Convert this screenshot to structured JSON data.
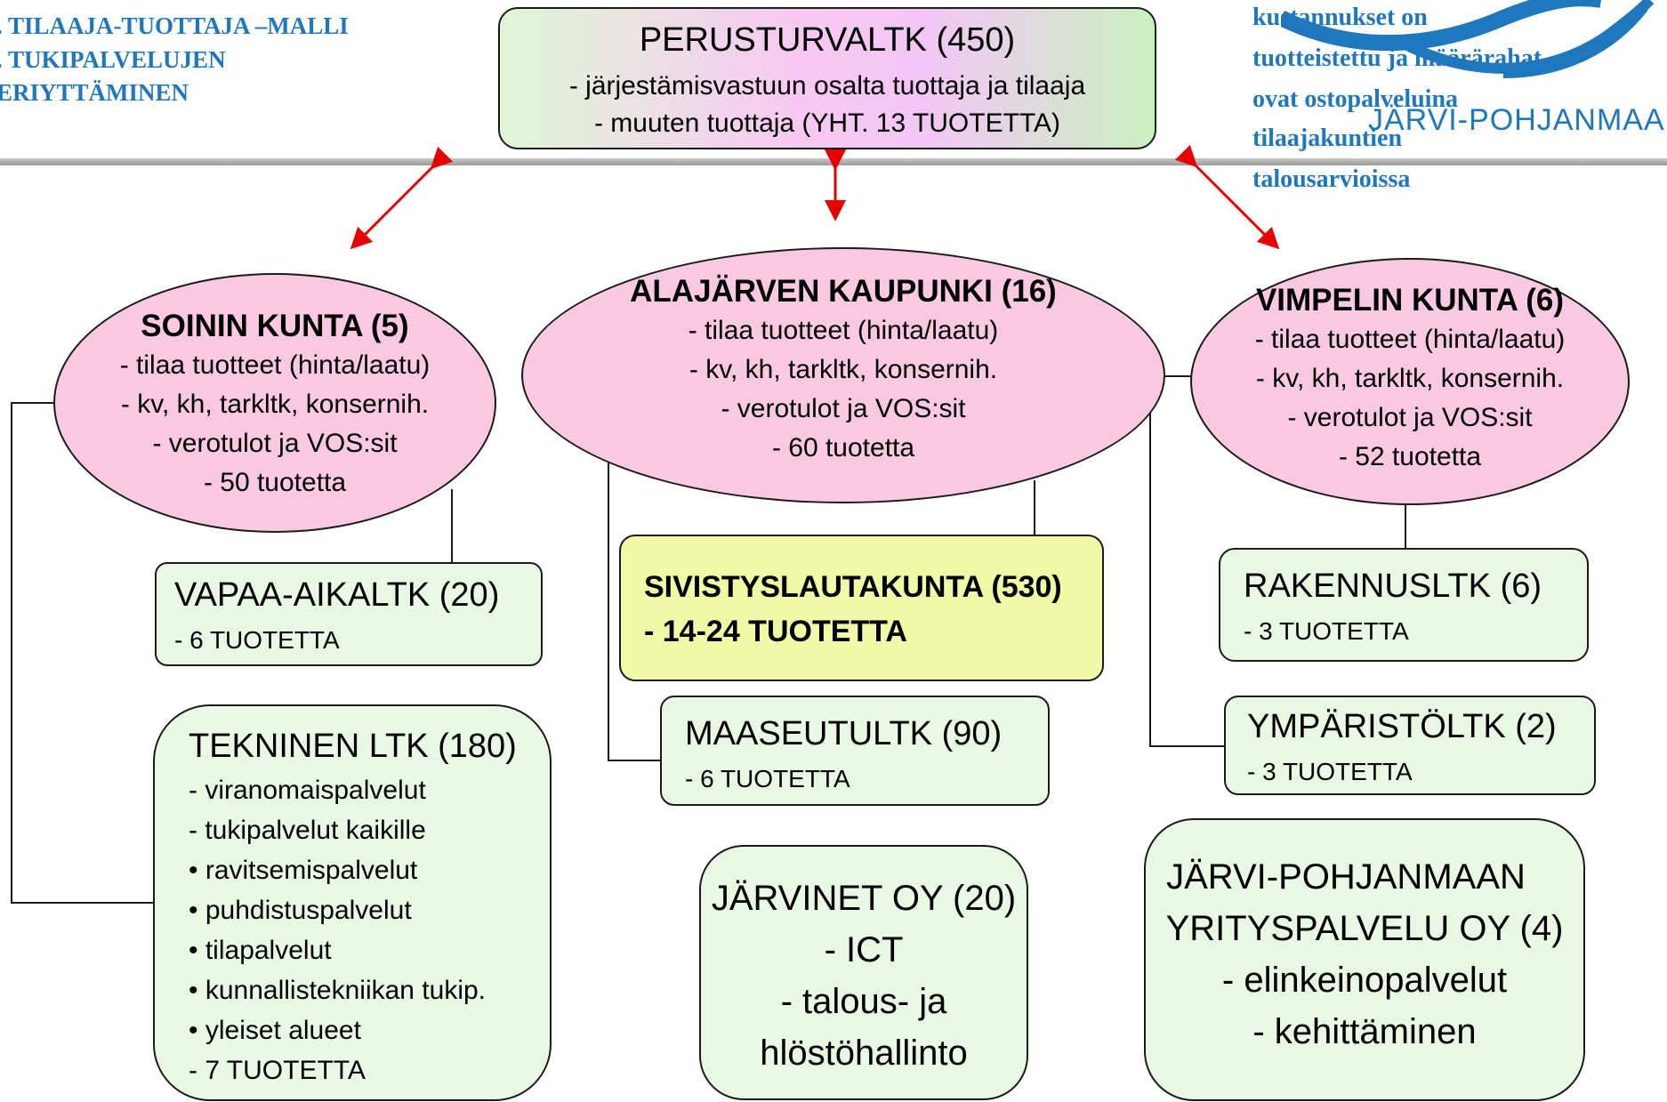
{
  "top_left": {
    "line1": ". TILAAJA-TUOTTAJA –MALLI",
    "line2": ". TUKIPALVELUJEN",
    "line3": "ERIYTTÄMINEN"
  },
  "top_right": {
    "text1": "kustannukset on",
    "text2": "tuotteistettu ja määrärahat",
    "text3": "ovat ostopalveluina",
    "text4": "tilaajakuntien",
    "text5": "talousarvioissa",
    "logo_text": "JÄRVI-POHJANMAA"
  },
  "perusturva": {
    "title": "PERUSTURVALTK (450)",
    "line1": "- järjestämisvastuun osalta tuottaja ja tilaaja",
    "line2": "- muuten tuottaja (YHT. 13 TUOTETTA)"
  },
  "soini": {
    "title": "SOININ KUNTA (5)",
    "items": [
      "- tilaa tuotteet (hinta/laatu)",
      "- kv, kh, tarkltk, konsernih.",
      "- verotulot ja VOS:sit",
      "- 50 tuotetta"
    ]
  },
  "alajarvi": {
    "title": "ALAJÄRVEN KAUPUNKI (16)",
    "items": [
      "- tilaa tuotteet (hinta/laatu)",
      "- kv, kh, tarkltk, konsernih.",
      "- verotulot ja VOS:sit",
      "- 60 tuotetta"
    ]
  },
  "vimpeli": {
    "title": "VIMPELIN KUNTA (6)",
    "items": [
      "- tilaa tuotteet (hinta/laatu)",
      "- kv, kh, tarkltk, konsernih.",
      "- verotulot ja VOS:sit",
      "- 52 tuotetta"
    ]
  },
  "vapaa": {
    "title": "VAPAA-AIKALTK (20)",
    "sub": "- 6 TUOTETTA"
  },
  "sivistys": {
    "title": "SIVISTYSLAUTAKUNTA (530)",
    "sub": "- 14-24 TUOTETTA"
  },
  "rakennus": {
    "title": "RAKENNUSLTK (6)",
    "sub": "- 3 TUOTETTA"
  },
  "maaseutu": {
    "title": "MAASEUTULTK (90)",
    "sub": "- 6 TUOTETTA"
  },
  "ymparisto": {
    "title": "YMPÄRISTÖLTK (2)",
    "sub": "- 3 TUOTETTA"
  },
  "tekninen": {
    "title": "TEKNINEN LTK (180)",
    "items": [
      "- viranomaispalvelut",
      "- tukipalvelut kaikille",
      "• ravitsemispalvelut",
      "• puhdistuspalvelut",
      "• tilapalvelut",
      "• kunnallistekniikan tukip.",
      "• yleiset alueet",
      "- 7 TUOTETTA"
    ]
  },
  "jarvinet": {
    "lines": [
      "JÄRVINET OY (20)",
      "- ICT",
      "- talous- ja",
      "hlöstöhallinto"
    ]
  },
  "yrityspalvelu": {
    "lines": [
      "JÄRVI-POHJANMAAN",
      "YRITYSPALVELU OY (4)",
      "- elinkeinopalvelut",
      "- kehittäminen"
    ]
  },
  "colors": {
    "ellipse_fill": "#f9c9e2",
    "box_green": "#e9f8e3",
    "box_yellow": "#f0f9a6",
    "arrow_red": "#e60000",
    "logo_blue": "#1f77bd"
  }
}
